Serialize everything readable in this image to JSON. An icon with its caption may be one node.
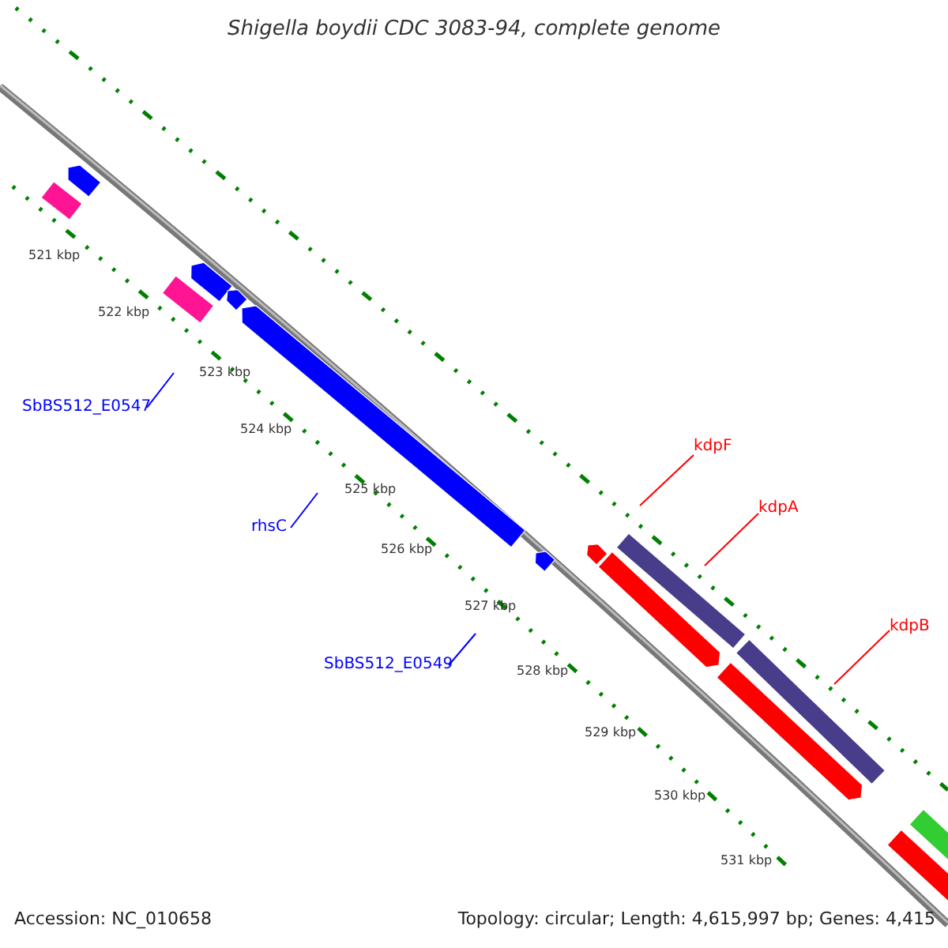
{
  "diagram": {
    "title": "Shigella boydii CDC 3083-94, complete genome",
    "nodes": [
      {
        "text": [
          "SbBS512_E0547"
        ]
      },
      {
        "text": [
          "rhsC"
        ]
      },
      {
        "text": [
          "SbBS512_E0549"
        ]
      },
      {
        "text": [
          "kdpF"
        ]
      },
      {
        "text": [
          "kdpA"
        ]
      },
      {
        "text": [
          "kdpB"
        ]
      }
    ],
    "edges": [
      {
        "from": 0,
        "to": null,
        "arrow": "none",
        "color": "#0000ff"
      },
      {
        "from": 1,
        "to": null,
        "arrow": "none",
        "color": "#0000ff"
      },
      {
        "from": 2,
        "to": null,
        "arrow": "none",
        "color": "#0000ff"
      },
      {
        "from": 3,
        "to": null,
        "arrow": "none",
        "color": "#ff0000"
      },
      {
        "from": 4,
        "to": null,
        "arrow": "none",
        "color": "#ff0000"
      },
      {
        "from": 5,
        "to": null,
        "arrow": "none",
        "color": "#ff0000"
      }
    ],
    "labels": [
      "521 kbp",
      "522 kbp",
      "523 kbp",
      "524 kbp",
      "525 kbp",
      "526 kbp",
      "527 kbp",
      "528 kbp",
      "529 kbp",
      "530 kbp",
      "531 kbp",
      "Accession: NC_010658",
      "Topology: circular; Length: 4,615,997 bp; Genes: 4,415"
    ]
  }
}
